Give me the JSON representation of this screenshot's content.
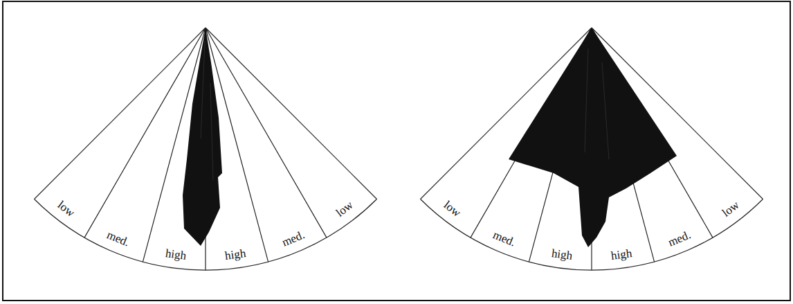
{
  "diagram": {
    "labels": [
      "low",
      "med.",
      "high",
      "high",
      "med.",
      "low",
      "low",
      "med.",
      "high",
      "high",
      "med.",
      "low"
    ]
  }
}
